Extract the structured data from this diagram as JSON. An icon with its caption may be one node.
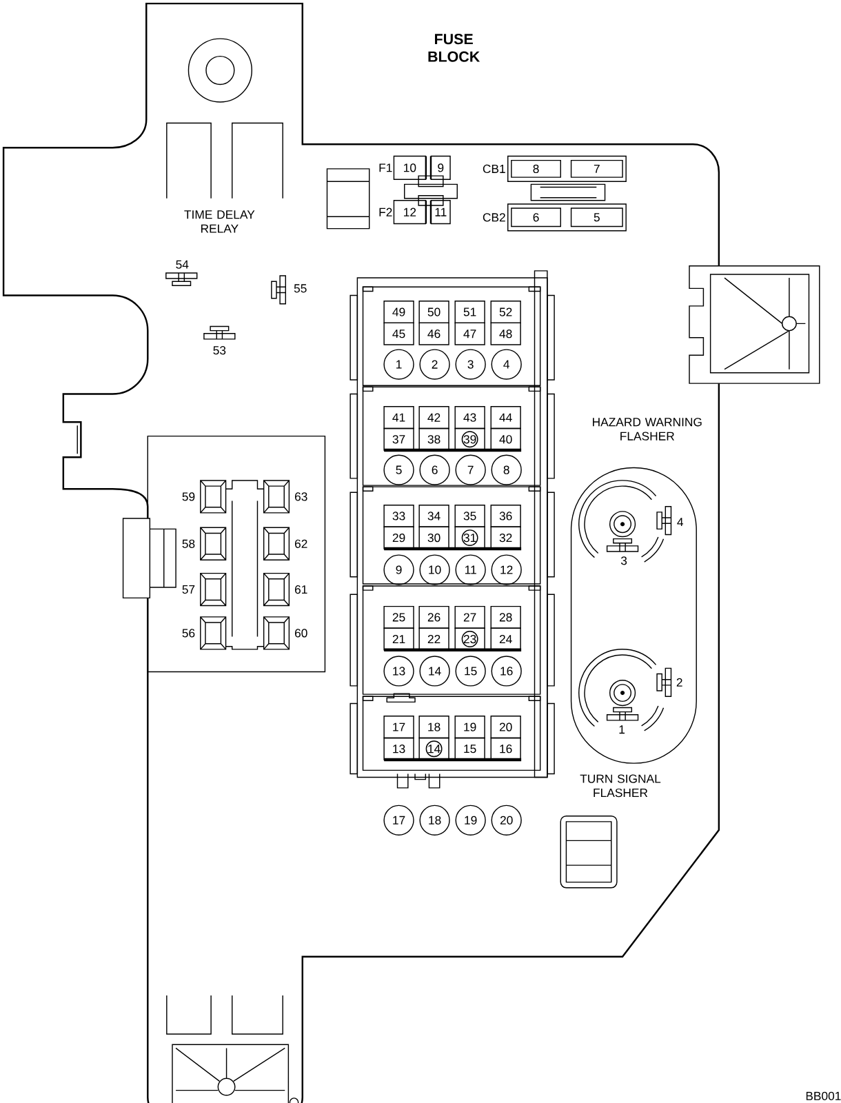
{
  "diagram": {
    "title": "FUSE BLOCK",
    "nodes": [
      {
        "text": [
          "10"
        ],
        "beside": [
          "F1"
        ]
      },
      {
        "text": [
          "9"
        ]
      },
      {
        "text": [
          "8"
        ],
        "beside": [
          "CB1"
        ]
      },
      {
        "text": [
          "7"
        ]
      },
      {
        "text": [
          "12"
        ],
        "beside": [
          "F2"
        ]
      },
      {
        "text": [
          "11"
        ]
      },
      {
        "text": [
          "6"
        ],
        "beside": [
          "CB2"
        ]
      },
      {
        "text": [
          "5"
        ]
      },
      {
        "text": [
          "49"
        ]
      },
      {
        "text": [
          "50"
        ]
      },
      {
        "text": [
          "51"
        ]
      },
      {
        "text": [
          "52"
        ]
      },
      {
        "text": [
          "45"
        ]
      },
      {
        "text": [
          "46"
        ]
      },
      {
        "text": [
          "47"
        ]
      },
      {
        "text": [
          "48"
        ]
      },
      {
        "text": [
          "1"
        ]
      },
      {
        "text": [
          "2"
        ]
      },
      {
        "text": [
          "3"
        ]
      },
      {
        "text": [
          "4"
        ]
      },
      {
        "text": [
          "41"
        ]
      },
      {
        "text": [
          "42"
        ]
      },
      {
        "text": [
          "43"
        ]
      },
      {
        "text": [
          "44"
        ]
      },
      {
        "text": [
          "37"
        ]
      },
      {
        "text": [
          "38"
        ]
      },
      {
        "text": [
          "39"
        ]
      },
      {
        "text": [
          "40"
        ]
      },
      {
        "text": [
          "5"
        ]
      },
      {
        "text": [
          "6"
        ]
      },
      {
        "text": [
          "7"
        ]
      },
      {
        "text": [
          "8"
        ]
      },
      {
        "text": [
          "33"
        ]
      },
      {
        "text": [
          "34"
        ]
      },
      {
        "text": [
          "35"
        ]
      },
      {
        "text": [
          "36"
        ]
      },
      {
        "text": [
          "29"
        ]
      },
      {
        "text": [
          "30"
        ]
      },
      {
        "text": [
          "31"
        ]
      },
      {
        "text": [
          "32"
        ]
      },
      {
        "text": [
          "9"
        ]
      },
      {
        "text": [
          "10"
        ]
      },
      {
        "text": [
          "11"
        ]
      },
      {
        "text": [
          "12"
        ]
      },
      {
        "text": [
          "25"
        ]
      },
      {
        "text": [
          "26"
        ]
      },
      {
        "text": [
          "27"
        ]
      },
      {
        "text": [
          "28"
        ]
      },
      {
        "text": [
          "21"
        ]
      },
      {
        "text": [
          "22"
        ]
      },
      {
        "text": [
          "23"
        ]
      },
      {
        "text": [
          "24"
        ]
      },
      {
        "text": [
          "13"
        ]
      },
      {
        "text": [
          "14"
        ]
      },
      {
        "text": [
          "15"
        ]
      },
      {
        "text": [
          "16"
        ]
      },
      {
        "text": [
          "17"
        ]
      },
      {
        "text": [
          "18"
        ]
      },
      {
        "text": [
          "19"
        ]
      },
      {
        "text": [
          "20"
        ]
      },
      {
        "text": [
          "13"
        ]
      },
      {
        "text": [
          "14"
        ]
      },
      {
        "text": [
          "15"
        ]
      },
      {
        "text": [
          "16"
        ]
      },
      {
        "text": [
          "17"
        ]
      },
      {
        "text": [
          "18"
        ]
      },
      {
        "text": [
          "19"
        ]
      },
      {
        "text": [
          "20"
        ]
      }
    ],
    "labels": [
      "TIME DELAY RELAY",
      "54",
      "55",
      "53",
      "HAZARD WARNING FLASHER",
      "59",
      "63",
      "58",
      "62",
      "57",
      "61",
      "56",
      "60",
      "4",
      "3",
      "2",
      "1",
      "TURN SIGNAL FLASHER",
      "BB001"
    ]
  }
}
